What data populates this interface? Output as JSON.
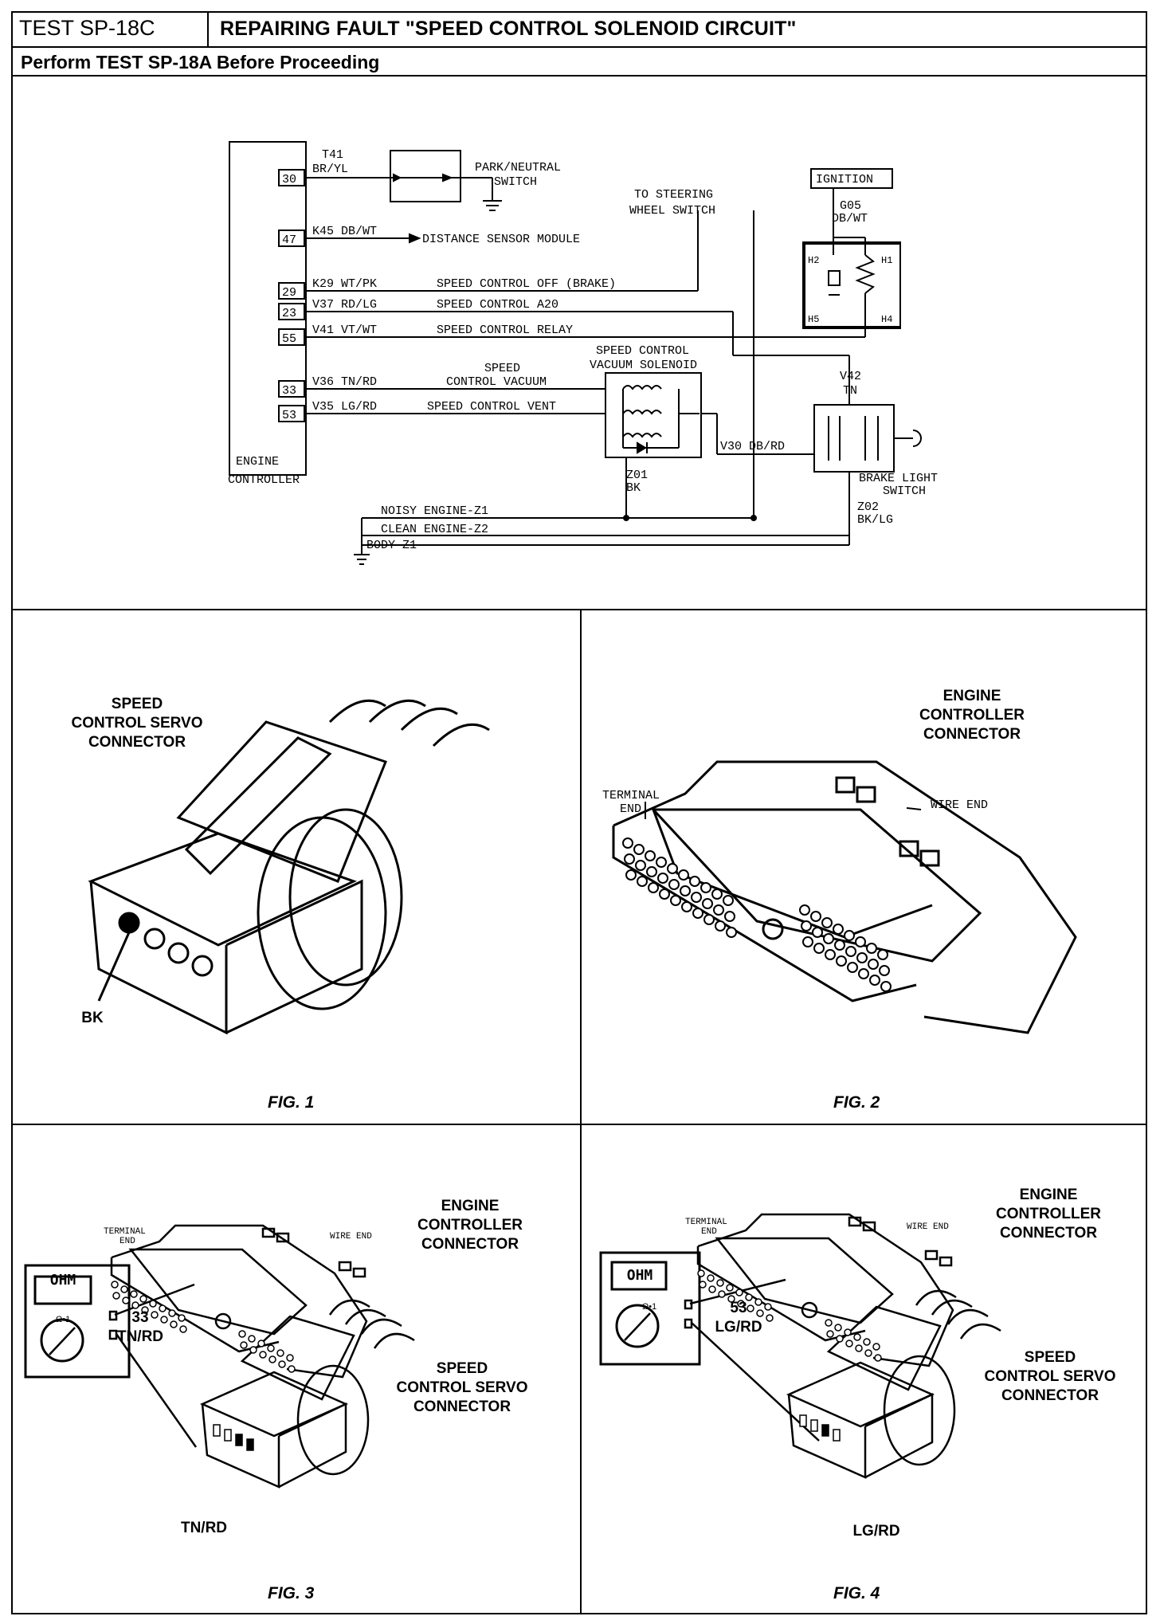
{
  "header": {
    "test_id": "TEST SP-18C",
    "title": "REPAIRING FAULT \"SPEED CONTROL SOLENOID CIRCUIT\"",
    "subtitle": "Perform TEST SP-18A Before Proceeding"
  },
  "schematic": {
    "controller_label_1": "ENGINE",
    "controller_label_2": "CONTROLLER",
    "pins": [
      "30",
      "47",
      "29",
      "23",
      "55",
      "33",
      "53"
    ],
    "wires": {
      "t41": "T41",
      "t41_color": "BR/YL",
      "k45": "K45 DB/WT",
      "k29": "K29 WT/PK",
      "v37": "V37 RD/LG",
      "v41": "V41 VT/WT",
      "v36": "V36 TN/RD",
      "v35": "V35 LG/RD",
      "v30": "V30 DB/RD",
      "v42": "V42",
      "v42_color": "TN",
      "g05": "G05",
      "g05_color": "DB/WT",
      "z01": "Z01",
      "z01_color": "BK",
      "z02": "Z02",
      "z02_color": "BK/LG"
    },
    "circuit_labels": {
      "distance": "DISTANCE SENSOR MODULE",
      "off_brake": "SPEED CONTROL OFF (BRAKE)",
      "a20": "SPEED CONTROL A20",
      "relay": "SPEED CONTROL RELAY",
      "vacuum_1": "SPEED",
      "vacuum_2": "CONTROL VACUUM",
      "vent": "SPEED CONTROL VENT"
    },
    "components": {
      "park_1": "PARK/NEUTRAL",
      "park_2": "SWITCH",
      "steering_1": "TO STEERING",
      "steering_2": "WHEEL SWITCH",
      "ignition": "IGNITION",
      "relay_pins": [
        "H2",
        "H1",
        "H5",
        "H4"
      ],
      "solenoid_1": "SPEED CONTROL",
      "solenoid_2": "VACUUM SOLENOID",
      "brake_1": "BRAKE LIGHT",
      "brake_2": "SWITCH"
    },
    "grounds": {
      "noisy": "NOISY ENGINE-Z1",
      "clean": "CLEAN ENGINE-Z2",
      "body": "BODY-Z1"
    }
  },
  "figures": {
    "fig1": {
      "caption": "FIG. 1",
      "label_1": "SPEED",
      "label_2": "CONTROL SERVO",
      "label_3": "CONNECTOR",
      "pin_label": "BK"
    },
    "fig2": {
      "caption": "FIG. 2",
      "label_1": "ENGINE",
      "label_2": "CONTROLLER",
      "label_3": "CONNECTOR",
      "terminal_1": "TERMINAL",
      "terminal_2": "END",
      "wire_end": "WIRE END"
    },
    "fig3": {
      "caption": "FIG. 3",
      "ec_1": "ENGINE",
      "ec_2": "CONTROLLER",
      "ec_3": "CONNECTOR",
      "terminal_1": "TERMINAL",
      "terminal_2": "END",
      "wire_end": "WIRE END",
      "pin_num": "33",
      "pin_color": "TN/RD",
      "meter": "OHM",
      "meter_scale": "Ω•1",
      "sc_1": "SPEED",
      "sc_2": "CONTROL SERVO",
      "sc_3": "CONNECTOR",
      "servo_pin": "TN/RD"
    },
    "fig4": {
      "caption": "FIG. 4",
      "ec_1": "ENGINE",
      "ec_2": "CONTROLLER",
      "ec_3": "CONNECTOR",
      "terminal_1": "TERMINAL",
      "terminal_2": "END",
      "wire_end": "WIRE END",
      "pin_num": "53",
      "pin_color": "LG/RD",
      "meter": "OHM",
      "meter_scale": "Ω•1",
      "sc_1": "SPEED",
      "sc_2": "CONTROL SERVO",
      "sc_3": "CONNECTOR",
      "servo_pin": "LG/RD"
    }
  }
}
